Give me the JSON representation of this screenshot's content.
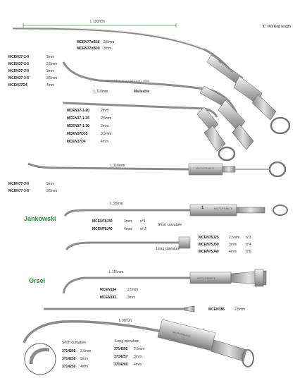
{
  "header": {
    "note": "\"L\" Working length"
  },
  "sections": {
    "jankowski": "Jankowski",
    "orsel": "Orsel"
  },
  "lengths": {
    "l120": "L 120mm",
    "l110": "L 110mm",
    "malleable": "Malleable",
    "l110b": "L 110mm",
    "l95": "L 95mm",
    "short": "Short curvature",
    "long": "Long curvature",
    "l115": "L 115mm",
    "l90": "L 90mm",
    "short2": "Short curvature",
    "long2": "Long curvature"
  },
  "g1": [
    {
      "code": "MCEN77oB25",
      "val": "2,5mm"
    },
    {
      "code": "MCEN77oB30",
      "val": "3mm"
    }
  ],
  "g2": [
    {
      "code": "MCEN37-2-0",
      "val": "2mm"
    },
    {
      "code": "MCEN37-2-5",
      "val": "2,5mm"
    },
    {
      "code": "MCEN37-3-0",
      "val": "3mm"
    },
    {
      "code": "MCEN37-3-5",
      "val": "3,5mm"
    },
    {
      "code": "MCEN37D4",
      "val": "4mm"
    }
  ],
  "g3": [
    {
      "code": "MCEN37-1-20",
      "val": "2mm"
    },
    {
      "code": "MCEN37-1-25",
      "val": "2,5mm"
    },
    {
      "code": "MCEN37-1-30",
      "val": "3mm"
    },
    {
      "code": "MCEN37D35",
      "val": "3,5mm"
    },
    {
      "code": "MCEN37D4",
      "val": "4mm"
    }
  ],
  "g4": [
    {
      "code": "MCEN77-3-0",
      "val": "3mm"
    },
    {
      "code": "MCEN77-3-5",
      "val": "3,5mm"
    }
  ],
  "g5": [
    {
      "code": "MCEN78J30",
      "val": "3mm",
      "n": "n°1"
    },
    {
      "code": "MCEN78J40",
      "val": "4mm",
      "n": "n° 2"
    }
  ],
  "g6": [
    {
      "code": "MCEN75J25",
      "val": "2,5mm",
      "n": "n°3"
    },
    {
      "code": "MCEN75J30",
      "val": "3mm",
      "n": "n°4"
    },
    {
      "code": "MCEN75J40",
      "val": "4mm",
      "n": "n°5"
    }
  ],
  "g7": [
    {
      "code": "MCEN184",
      "val": "2,5mm"
    },
    {
      "code": "MCEN183",
      "val": "3mm"
    }
  ],
  "g8": {
    "code": "MCEN186",
    "val": "2,5mm"
  },
  "g9": [
    {
      "code": "3714295",
      "val": "2,5mm"
    },
    {
      "code": "3714258",
      "val": "3mm"
    },
    {
      "code": "3714259",
      "val": "4mm"
    }
  ],
  "g10": [
    {
      "code": "3714292",
      "val": "2,5mm"
    },
    {
      "code": "3714257",
      "val": "3mm"
    },
    {
      "code": "3714260",
      "val": "4mm"
    }
  ],
  "engraving": {
    "e1": "MICROFRANCE",
    "e2": "MICROFRANCE MCEN37-1 20 1 HIWA",
    "e3": "MICROFRANCE",
    "e4": "MICROFRANCE",
    "e5": "MICROFRANCE",
    "e6": "1",
    "e7": "MICROFRANCE"
  }
}
